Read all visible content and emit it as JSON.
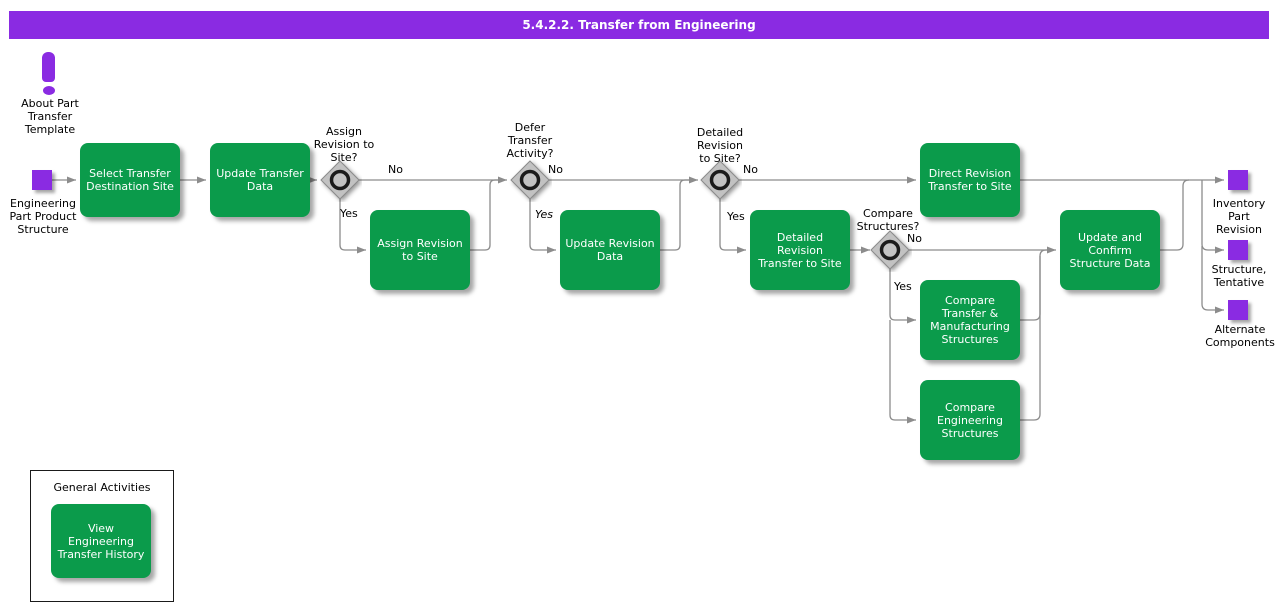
{
  "header": {
    "title": "5.4.2.2. Transfer from Engineering"
  },
  "about": {
    "label": "About Part\nTransfer\nTemplate"
  },
  "start": {
    "label": "Engineering\nPart Product\nStructure"
  },
  "tasks": {
    "select": {
      "label": "Select Transfer\nDestination Site"
    },
    "update_transfer": {
      "label": "Update Transfer\nData"
    },
    "assign_revision": {
      "label": "Assign Revision\nto Site"
    },
    "update_revision": {
      "label": "Update Revision\nData"
    },
    "detailed_revision": {
      "label": "Detailed\nRevision\nTransfer to Site"
    },
    "direct_revision": {
      "label": "Direct Revision\nTransfer to Site"
    },
    "compare_tm": {
      "label": "Compare\nTransfer &\nManufacturing\nStructures"
    },
    "compare_eng": {
      "label": "Compare\nEngineering\nStructures"
    },
    "update_confirm": {
      "label": "Update and\nConfirm\nStructure Data"
    },
    "view_history": {
      "label": "View\nEngineering\nTransfer History"
    }
  },
  "decisions": {
    "assign": {
      "question": "Assign\nRevision to\nSite?",
      "yes": "Yes",
      "no": "No"
    },
    "defer": {
      "question": "Defer\nTransfer\nActivity?",
      "yes": "Yes",
      "no": "No"
    },
    "detailed": {
      "question": "Detailed\nRevision\nto Site?",
      "yes": "Yes",
      "no": "No"
    },
    "compare": {
      "question": "Compare\nStructures?",
      "yes": "Yes",
      "no": "No"
    }
  },
  "ends": {
    "inventory": {
      "label": "Inventory\nPart\nRevision"
    },
    "structure": {
      "label": "Structure,\nTentative"
    },
    "alternate": {
      "label": "Alternate\nComponents"
    }
  },
  "general": {
    "title": "General Activities"
  },
  "colors": {
    "purple": "#8A2BE2",
    "green": "#0B9B4B",
    "line": "#8c8c8c",
    "diamond_fill": "#c2c2c2",
    "title_text": "#ffffff"
  }
}
